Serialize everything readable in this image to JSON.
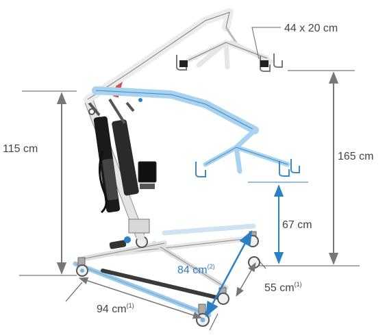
{
  "labels": {
    "spreader_size": "44 x 20 cm",
    "height_max": "165 cm",
    "height_min": "67 cm",
    "mast_height": "115 cm",
    "diagonal": {
      "value": "84 cm",
      "note": "(2)"
    },
    "width_rear": {
      "value": "55 cm",
      "note": "(1)"
    },
    "length": {
      "value": "94 cm",
      "note": "(1)"
    }
  },
  "colors": {
    "frame": "#e8e8e8",
    "frame_outline": "#7a7a7a",
    "boom_lowered": "#8fc3e6",
    "dimension_blue": "#2b7fc4",
    "dimension_gray": "#777777",
    "actuator": "#1a1a1a"
  }
}
